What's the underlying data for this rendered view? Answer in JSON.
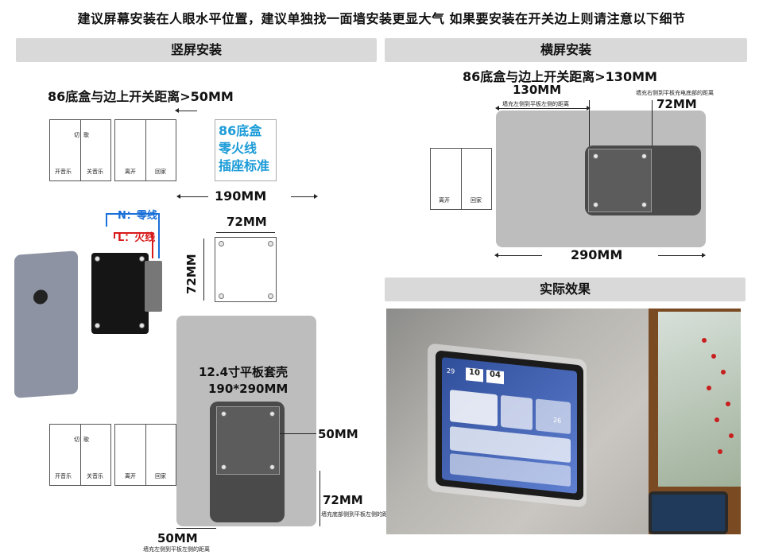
{
  "headline": "建议屏幕安装在人眼水平位置，建议单独找一面墙安装更显大气   如果要安装在开关边上则请注意以下细节",
  "sections": {
    "vertical": "竖屏安装",
    "horizontal": "横屏安装",
    "effect": "实际效果"
  },
  "vertical": {
    "distance_note": "86底盒与边上开关距离>50MM",
    "blue_note": [
      "86底盒",
      "零火线",
      "插座标准"
    ],
    "width_dim": "190MM",
    "n_label": "N：零线",
    "l_label": "L：火线",
    "mount_w": "72MM",
    "mount_h": "72MM",
    "case_title": "12.4寸平板套壳",
    "case_size": "190*290MM",
    "right_dim": "50MM",
    "bottom_dim": "72MM",
    "bottom_note": "墙充底部侧到平板左侧的距离",
    "left_dim": "50MM",
    "left_note": "墙充左侧到平板左侧的距离"
  },
  "switches": {
    "upper": {
      "top1": "切",
      "top2": "歌",
      "left": "开音乐",
      "right": "关音乐"
    },
    "lower_pair": {
      "left": "离开",
      "right": "回家"
    }
  },
  "horizontal": {
    "distance_note": "86底盒与边上开关距离>130MM",
    "dim_top": "130MM",
    "dim_top_note": "墙充左侧到平板左侧的距离",
    "dim_right": "72MM",
    "dim_right_note": "墙充右侧到平板充电底部的距离",
    "width_dim": "290MM",
    "switch_left": "离开",
    "switch_right": "回家"
  },
  "tablet_screen": {
    "time_h": "10",
    "time_m": "04",
    "temp": "29",
    "temp2": "26"
  },
  "colors": {
    "section_bar": "#d9d9d9",
    "gray_case": "#bdbdbd",
    "dark_mount": "#4a4a4a",
    "blue_note": "#1a9bd7",
    "n_wire": "#1a6fd8",
    "l_wire": "#d81a1a"
  }
}
